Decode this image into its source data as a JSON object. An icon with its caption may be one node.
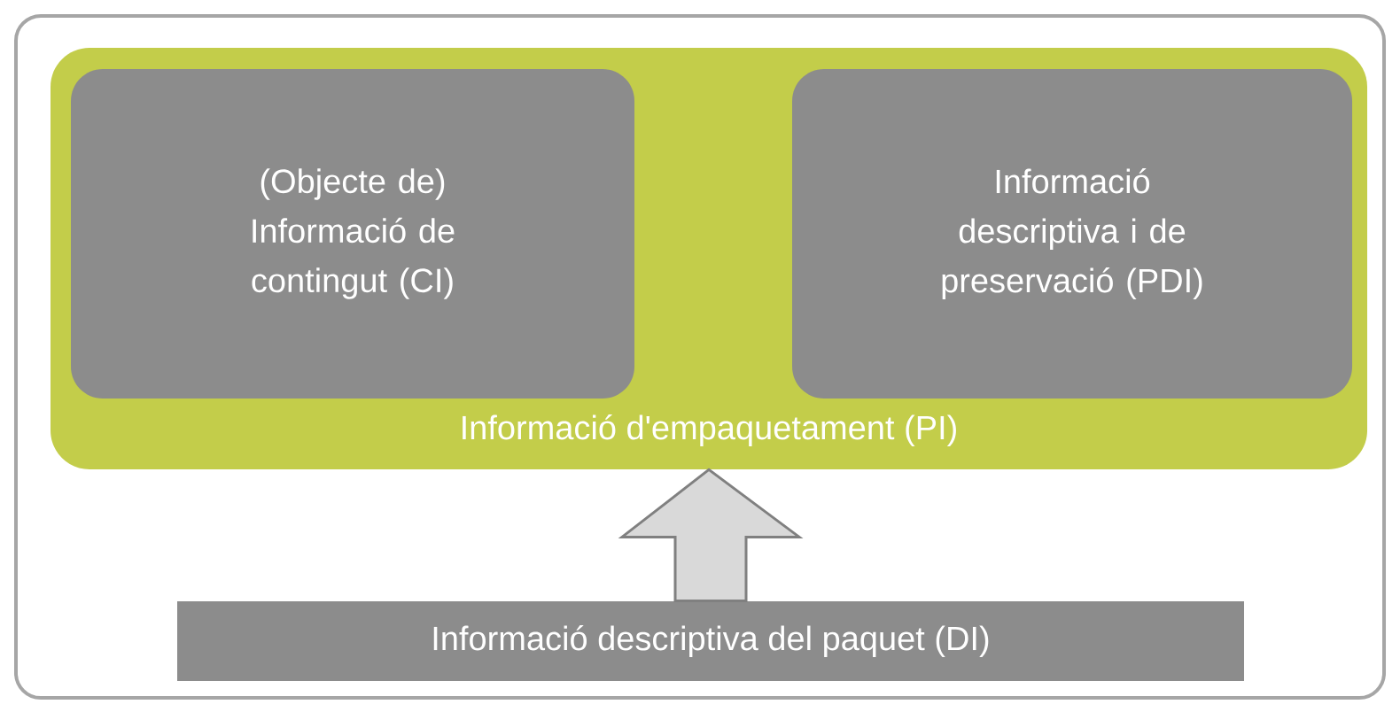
{
  "diagram": {
    "nodes": [
      {
        "text": [
          "Informació d'empaquetament (PI)"
        ]
      },
      {
        "text": [
          "(Objecte de) Informació de contingut (CI)"
        ],
        "in": 0
      },
      {
        "text": [
          "Informació descriptiva i de preservació (PDI)"
        ],
        "in": 0
      },
      {
        "text": [
          "Informació descriptiva del paquet (DI)"
        ]
      }
    ],
    "edges": [
      {
        "from": 3,
        "to": 0,
        "arrow": "to",
        "style": "thick"
      }
    ]
  }
}
